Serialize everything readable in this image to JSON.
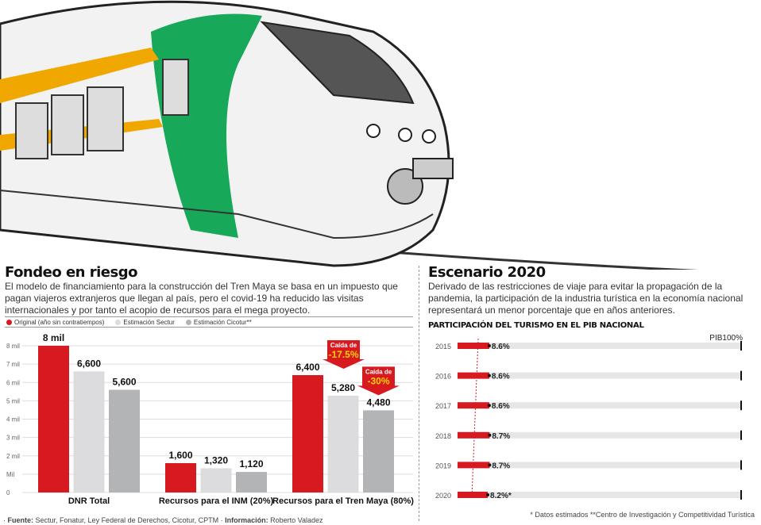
{
  "left": {
    "title": "Fondeo en riesgo",
    "intro": "El modelo de financiamiento para la construcción del Tren Maya se basa en un impuesto que pagan viajeros extranjeros que llegan al país, pero el covid-19 ha reducido las visitas internacionales y por tanto el acopio de recursos para el mega proyecto."
  },
  "right": {
    "title": "Escenario 2020",
    "intro": "Derivado de las restricciones de viaje para evitar la propagación de la pandemia, la participación de la industria turística en la economía nacional representará un menor porcentaje que en años anteriores.",
    "subtitle": "PARTICIPACIÓN DEL TURISMO EN EL PIB NACIONAL"
  },
  "footer": {
    "source_label": "Fuente:",
    "source": "Sectur, Fonatur, Ley Federal de Derechos, Cicotur, CPTM",
    "info_label": "Información:",
    "info": "Roberto Valadez",
    "notes": "* Datos estimados  **Centro de Investigación y Competitividad Turística"
  },
  "colors": {
    "red": "#d71920",
    "light": "#dcdcde",
    "gray": "#b3b4b6",
    "track": "#e6e6e6"
  },
  "chart_data": [
    {
      "type": "bar",
      "title": "Fondeo en riesgo",
      "ylim": [
        0,
        8000
      ],
      "yticks": [
        {
          "v": 0,
          "label": "0"
        },
        {
          "v": 1000,
          "label": "Mil"
        },
        {
          "v": 2000,
          "label": "2 mil"
        },
        {
          "v": 3000,
          "label": "3 mil"
        },
        {
          "v": 4000,
          "label": "4 mil"
        },
        {
          "v": 5000,
          "label": "5 mil"
        },
        {
          "v": 6000,
          "label": "6 mil"
        },
        {
          "v": 7000,
          "label": "7 mil"
        },
        {
          "v": 8000,
          "label": "8 mil"
        }
      ],
      "categories": [
        "DNR Total",
        "Recursos para el INM (20%)",
        "Recursos para el Tren Maya (80%)"
      ],
      "legend": [
        "Original (año sin contratiempos)",
        "Estimación Sectur",
        "Estimación Cicotur**"
      ],
      "series": [
        {
          "name": "Original (año sin contratiempos)",
          "values": [
            8000,
            1600,
            6400
          ],
          "labels": [
            "8 mil",
            "1,600",
            "6,400"
          ]
        },
        {
          "name": "Estimación Sectur",
          "values": [
            6600,
            1320,
            5280
          ],
          "labels": [
            "6,600",
            "1,320",
            "5,280"
          ]
        },
        {
          "name": "Estimación Cicotur**",
          "values": [
            5600,
            1120,
            4480
          ],
          "labels": [
            "5,600",
            "1,120",
            "4,480"
          ]
        }
      ],
      "annotations": [
        {
          "line1": "Caída de",
          "line2": "-17.5%"
        },
        {
          "line1": "Caída de",
          "line2": "-30%"
        }
      ]
    },
    {
      "type": "bar",
      "title": "PARTICIPACIÓN DEL TURISMO EN EL PIB NACIONAL",
      "max_label": "PIB100%",
      "categories": [
        "2015",
        "2016",
        "2017",
        "2018",
        "2019",
        "2020"
      ],
      "values": [
        8.6,
        8.6,
        8.6,
        8.7,
        8.7,
        8.2
      ],
      "labels": [
        "8.6%",
        "8.6%",
        "8.6%",
        "8.7%",
        "8.7%",
        "8.2%*"
      ]
    }
  ]
}
